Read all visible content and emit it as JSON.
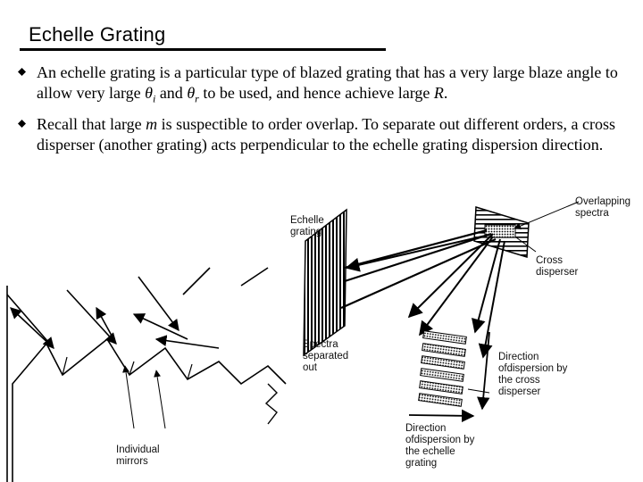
{
  "slide": {
    "title": "Echelle Grating"
  },
  "bullets": [
    {
      "pre1": "An echelle grating is a particular type of blazed grating that has a very large blaze angle to allow very large ",
      "theta_i": "θi",
      "mid": " and ",
      "theta_r": "θr",
      "post": " to be used, and hence achieve large ",
      "var_R": "R",
      "end": "."
    },
    {
      "pre": "Recall that large ",
      "var_m": "m",
      "post": " is suspectible to order overlap.  To separate out different orders, a cross disperser (another grating) acts perpendicular to the echelle grating dispersion direction."
    }
  ],
  "figure": {
    "labels": {
      "echelle_grating": "Echelle grating",
      "overlapping_spectra": "Overlapping spectra",
      "cross_disperser": "Cross disperser",
      "spectra_separated": "Spectra separated out",
      "direction_cross": "Direction ofdispersion by the cross disperser",
      "direction_echelle": "Direction ofdispersion by the echelle grating",
      "individual_mirrors": "Individual mirrors"
    }
  }
}
